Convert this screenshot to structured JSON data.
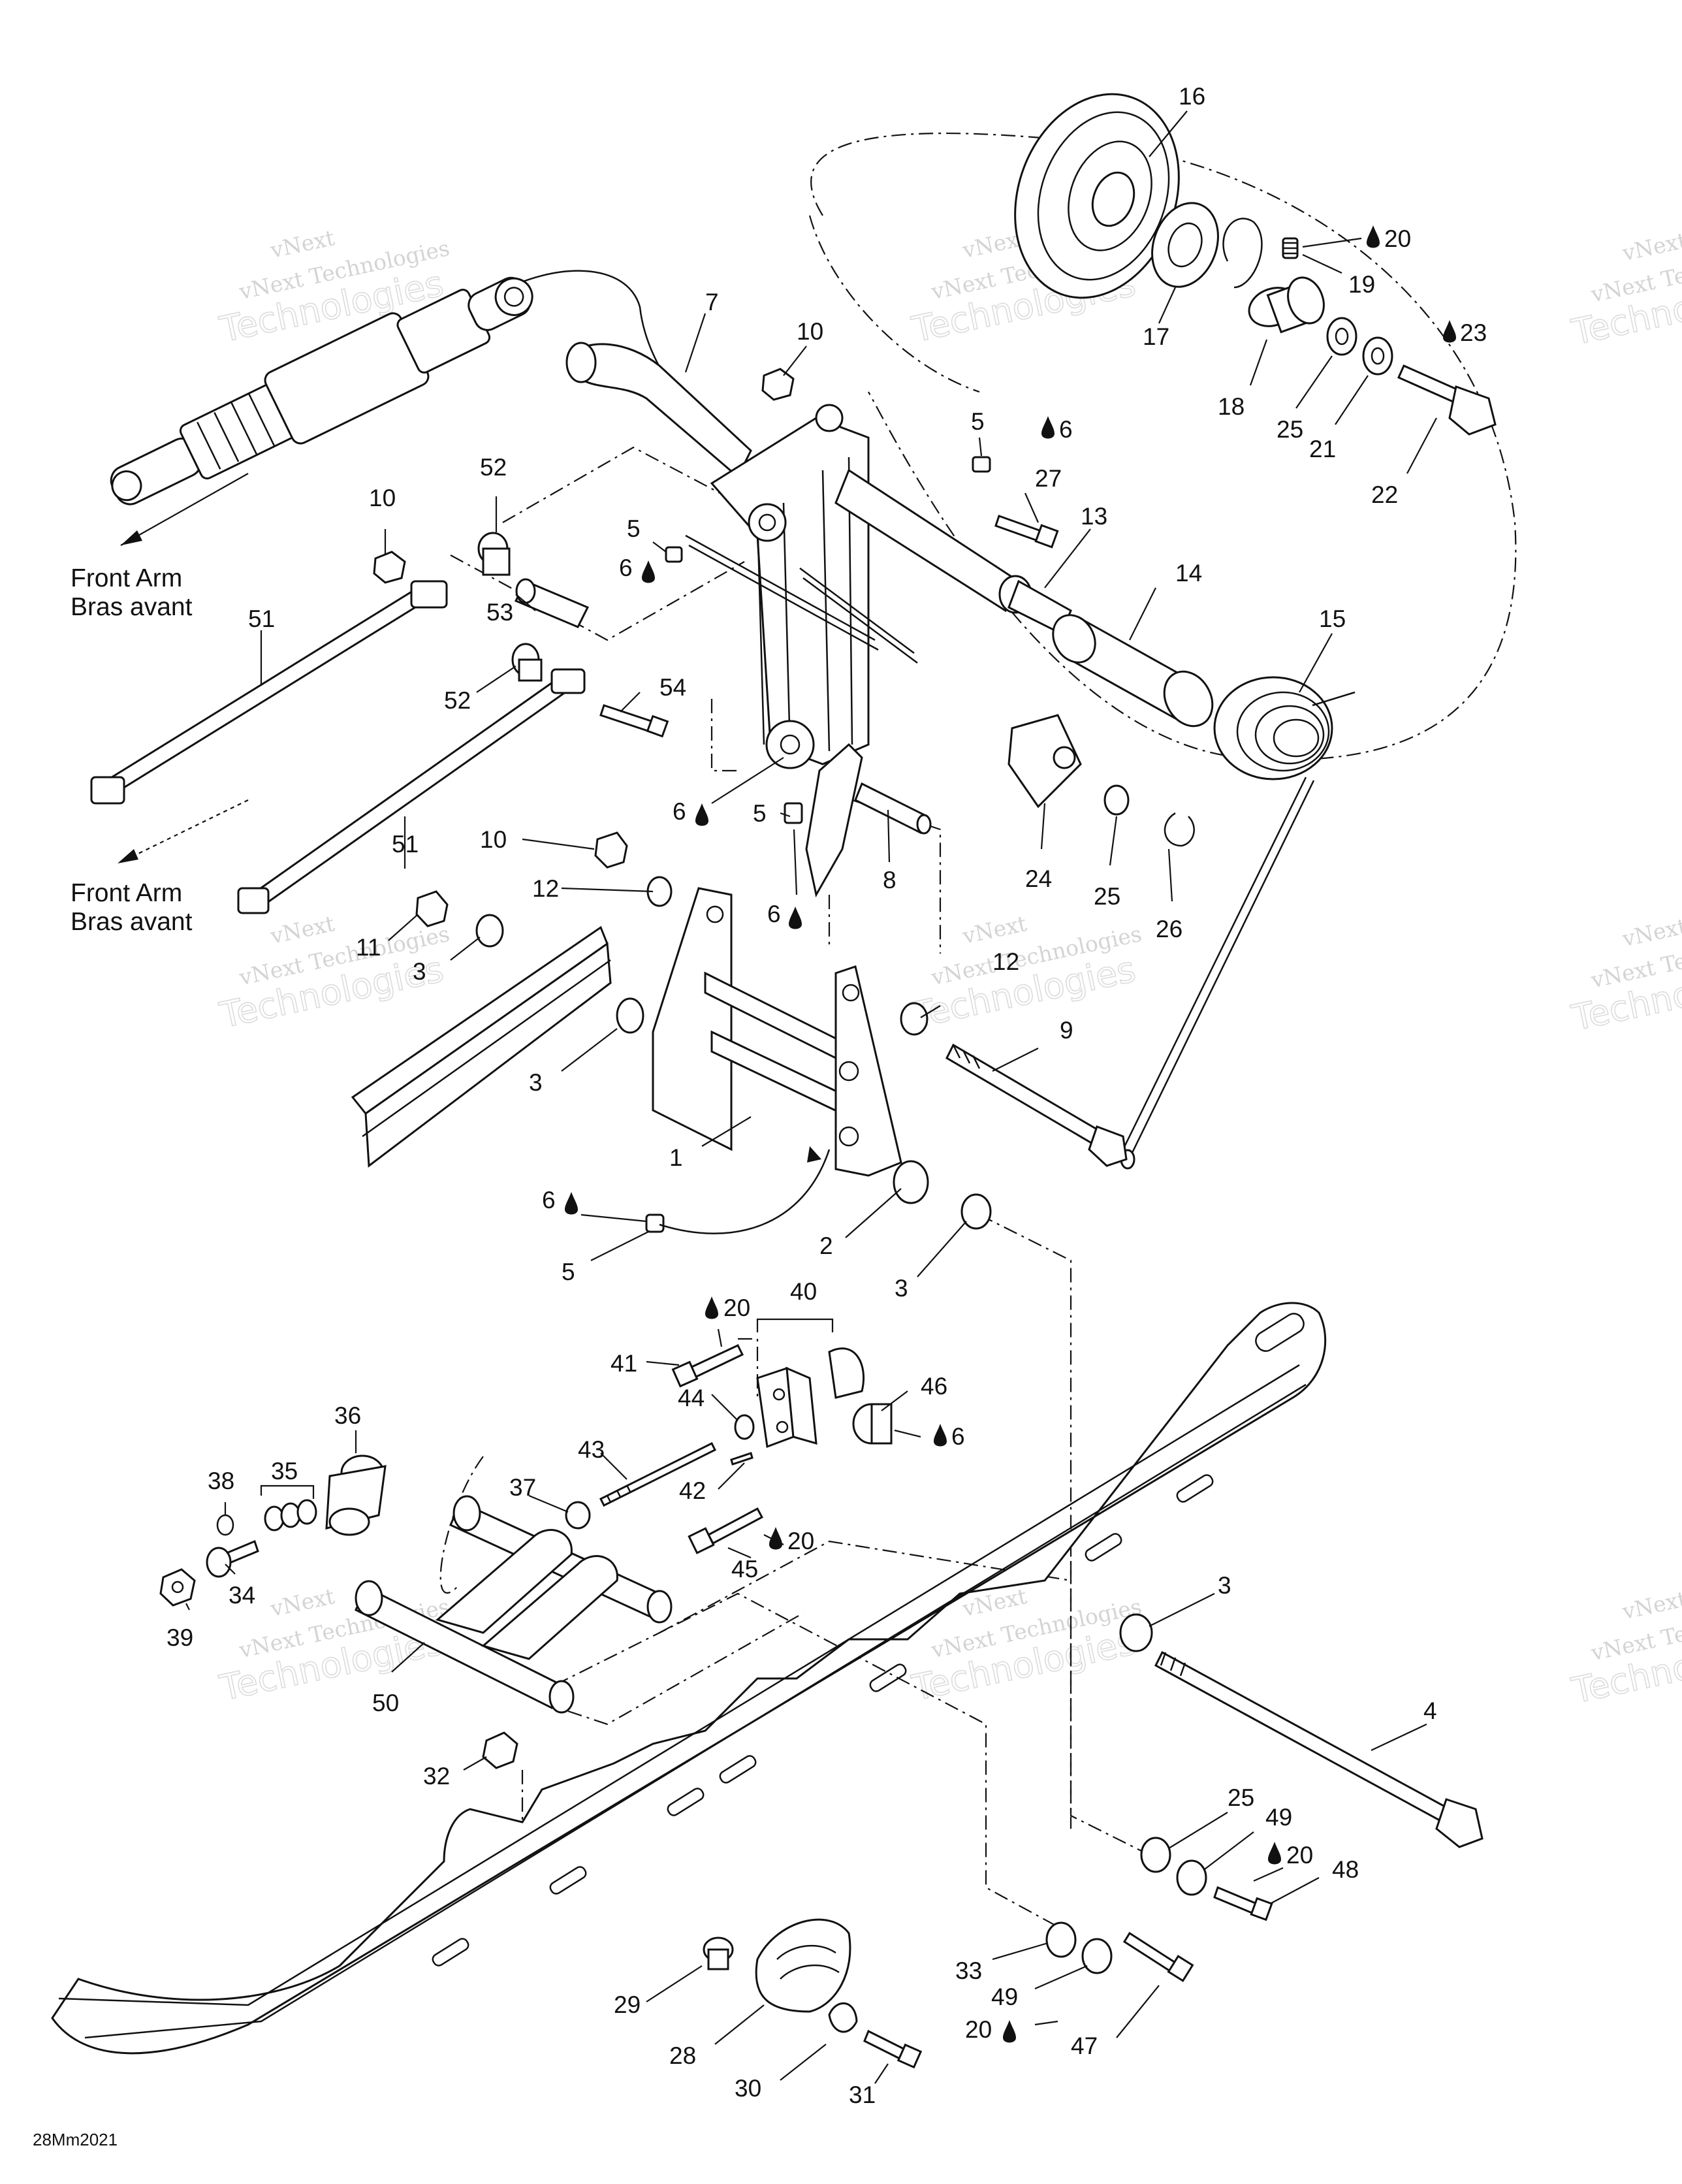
{
  "watermark": {
    "line1": "vNext",
    "line2": "vNext Technologies",
    "line3": "Technologies"
  },
  "front_arm_label": {
    "en": "Front Arm",
    "fr": "Bras avant"
  },
  "figure_code": "28Mm2021",
  "callouts": [
    {
      "id": "c16",
      "text": "16"
    },
    {
      "id": "c20a",
      "text": "20"
    },
    {
      "id": "c19",
      "text": "19"
    },
    {
      "id": "c23",
      "text": "23"
    },
    {
      "id": "c17",
      "text": "17"
    },
    {
      "id": "c18",
      "text": "18"
    },
    {
      "id": "c25a",
      "text": "25"
    },
    {
      "id": "c21",
      "text": "21"
    },
    {
      "id": "c22",
      "text": "22"
    },
    {
      "id": "c7",
      "text": "7"
    },
    {
      "id": "c10a",
      "text": "10"
    },
    {
      "id": "c5a",
      "text": "5"
    },
    {
      "id": "c6a",
      "text": "6"
    },
    {
      "id": "c27",
      "text": "27"
    },
    {
      "id": "c13",
      "text": "13"
    },
    {
      "id": "c14",
      "text": "14"
    },
    {
      "id": "c15",
      "text": "15"
    },
    {
      "id": "c10b",
      "text": "10"
    },
    {
      "id": "c52a",
      "text": "52"
    },
    {
      "id": "c5b",
      "text": "5"
    },
    {
      "id": "c6b",
      "text": "6"
    },
    {
      "id": "c53",
      "text": "53"
    },
    {
      "id": "c51a",
      "text": "51"
    },
    {
      "id": "c52b",
      "text": "52"
    },
    {
      "id": "c54",
      "text": "54"
    },
    {
      "id": "c24",
      "text": "24"
    },
    {
      "id": "c25b",
      "text": "25"
    },
    {
      "id": "c26",
      "text": "26"
    },
    {
      "id": "c6c",
      "text": "6"
    },
    {
      "id": "c5c",
      "text": "5"
    },
    {
      "id": "c8",
      "text": "8"
    },
    {
      "id": "c51b",
      "text": "51"
    },
    {
      "id": "c10c",
      "text": "10"
    },
    {
      "id": "c12a",
      "text": "12"
    },
    {
      "id": "c6d",
      "text": "6"
    },
    {
      "id": "c11",
      "text": "11"
    },
    {
      "id": "c3a",
      "text": "3"
    },
    {
      "id": "c12b",
      "text": "12"
    },
    {
      "id": "c9",
      "text": "9"
    },
    {
      "id": "c3b",
      "text": "3"
    },
    {
      "id": "c1",
      "text": "1"
    },
    {
      "id": "c6e",
      "text": "6"
    },
    {
      "id": "c2",
      "text": "2"
    },
    {
      "id": "c5d",
      "text": "5"
    },
    {
      "id": "c3c",
      "text": "3"
    },
    {
      "id": "c20b",
      "text": "20"
    },
    {
      "id": "c40",
      "text": "40"
    },
    {
      "id": "c41",
      "text": "41"
    },
    {
      "id": "c44",
      "text": "44"
    },
    {
      "id": "c46",
      "text": "46"
    },
    {
      "id": "c6f",
      "text": "6"
    },
    {
      "id": "c36",
      "text": "36"
    },
    {
      "id": "c38",
      "text": "38"
    },
    {
      "id": "c35",
      "text": "35"
    },
    {
      "id": "c43",
      "text": "43"
    },
    {
      "id": "c37",
      "text": "37"
    },
    {
      "id": "c42",
      "text": "42"
    },
    {
      "id": "c20c",
      "text": "20"
    },
    {
      "id": "c45",
      "text": "45"
    },
    {
      "id": "c34",
      "text": "34"
    },
    {
      "id": "c39",
      "text": "39"
    },
    {
      "id": "c3d",
      "text": "3"
    },
    {
      "id": "c50",
      "text": "50"
    },
    {
      "id": "c4",
      "text": "4"
    },
    {
      "id": "c32",
      "text": "32"
    },
    {
      "id": "c25c",
      "text": "25"
    },
    {
      "id": "c49a",
      "text": "49"
    },
    {
      "id": "c20d",
      "text": "20"
    },
    {
      "id": "c48",
      "text": "48"
    },
    {
      "id": "c29",
      "text": "29"
    },
    {
      "id": "c33",
      "text": "33"
    },
    {
      "id": "c49b",
      "text": "49"
    },
    {
      "id": "c20e",
      "text": "20"
    },
    {
      "id": "c47",
      "text": "47"
    },
    {
      "id": "c28",
      "text": "28"
    },
    {
      "id": "c30",
      "text": "30"
    },
    {
      "id": "c31",
      "text": "31"
    }
  ]
}
